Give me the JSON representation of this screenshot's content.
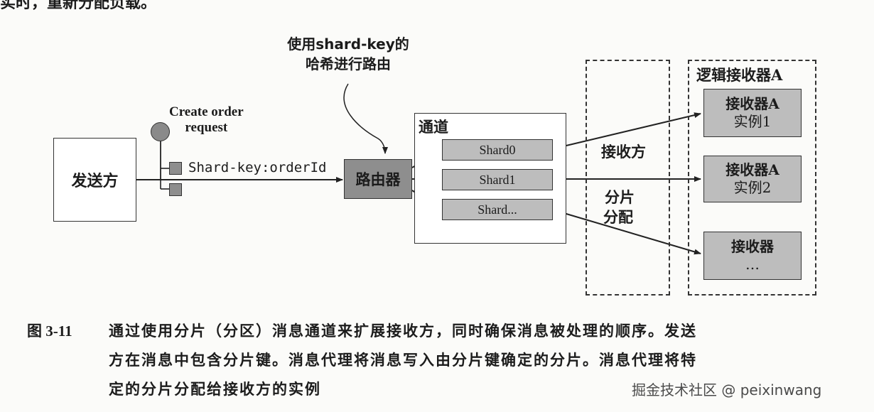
{
  "header_fragment": "实时，重新分配负载。",
  "annotation_top": {
    "line1": "使用shard-key的",
    "line2": "哈希进行路由"
  },
  "request_label": {
    "line1": "Create order",
    "line2": "request"
  },
  "shard_key_label": "Shard-key:orderId",
  "sender": "发送方",
  "router": "路由器",
  "channel": {
    "title": "通道",
    "shards": [
      "Shard0",
      "Shard1",
      "Shard..."
    ]
  },
  "assignment": {
    "line1": "接收方",
    "line2": "分片",
    "line3": "分配"
  },
  "logical_receiver": {
    "title": "逻辑接收器A",
    "instances": [
      {
        "line1": "接收器A",
        "line2": "实例1"
      },
      {
        "line1": "接收器A",
        "line2": "实例2"
      },
      {
        "line1": "接收器",
        "line2": "…"
      }
    ]
  },
  "caption": {
    "label": "图 3-11",
    "line1": "通过使用分片（分区）消息通道来扩展接收方，同时确保消息被处理的顺序。发送",
    "line2": "方在消息中包含分片键。消息代理将消息写入由分片键确定的分片。消息代理将特",
    "line3": "定的分片分配给接收方的实例"
  },
  "watermark": "掘金技术社区 @ peixinwang"
}
